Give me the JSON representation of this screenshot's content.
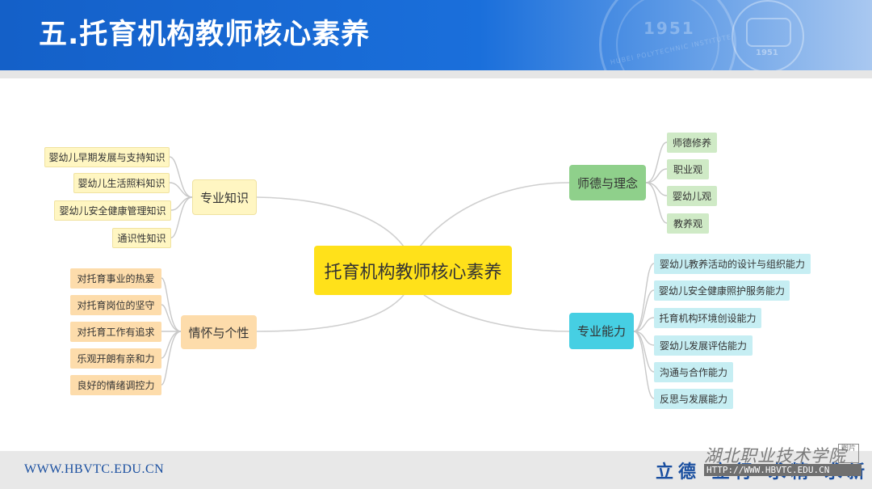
{
  "header": {
    "title": "五.托育机构教师核心素养",
    "seal_year": "1951",
    "seal_text": "HUBEI POLYTECHNIC INSTITUTE"
  },
  "mindmap": {
    "center": "托育机构教师核心素养",
    "branches": {
      "knowledge": {
        "label": "专业知识",
        "color": "#fff6c2",
        "items": [
          "婴幼儿早期发展与支持知识",
          "婴幼儿生活照料知识",
          "婴幼儿安全健康管理知识",
          "通识性知识"
        ]
      },
      "emotion": {
        "label": "情怀与个性",
        "color": "#fddcab",
        "items": [
          "对托育事业的热爱",
          "对托育岗位的坚守",
          "对托育工作有追求",
          "乐观开朗有亲和力",
          "良好的情绪调控力"
        ]
      },
      "ethics": {
        "label": "师德与理念",
        "color": "#8fd08b",
        "items": [
          "师德修养",
          "职业观",
          "婴幼儿观",
          "教养观"
        ]
      },
      "ability": {
        "label": "专业能力",
        "color": "#46cfe3",
        "items": [
          "婴幼儿教养活动的设计与组织能力",
          "婴幼儿安全健康照护服务能力",
          "托育机构环境创设能力",
          "婴幼儿发展评估能力",
          "沟通与合作能力",
          "反思与发展能力"
        ]
      }
    }
  },
  "footer": {
    "url": "WWW.HBVTC.EDU.CN",
    "motto": "立德 立行 求精 求新",
    "watermark_name": "湖北职业技术学院",
    "watermark_stamp": "图片",
    "watermark_url": "HTTP://WWW.HBVTC.EDU.CN"
  }
}
